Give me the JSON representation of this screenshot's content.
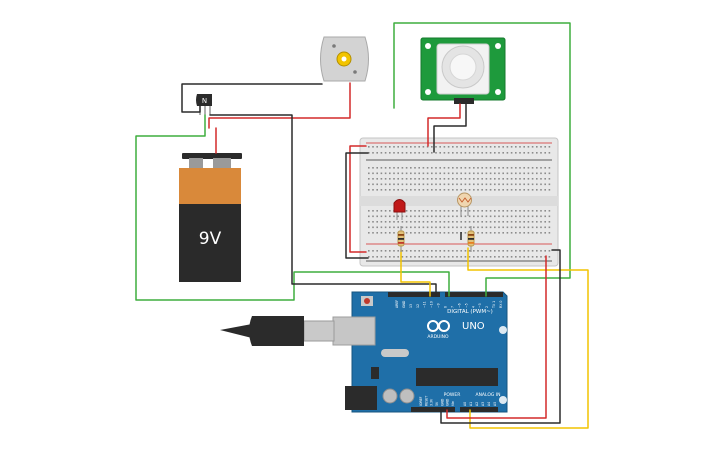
{
  "battery": {
    "voltage_label": "9V"
  },
  "arduino": {
    "brand_label": "ARDUINO",
    "model_label": "UNO",
    "digital_label": "DIGITAL (PWM~)",
    "power_label": "POWER",
    "analog_label": "ANALOG IN",
    "digital_pins": [
      "AREF",
      "GND",
      "13",
      "12",
      "~11",
      "~10",
      "~9",
      "8",
      "7",
      "~6",
      "~5",
      "4",
      "~3",
      "2",
      "TX 1",
      "RX 0"
    ],
    "power_pins": [
      "IOREF",
      "RESET",
      "3.3V",
      "5V",
      "GND",
      "GND",
      "Vin"
    ],
    "analog_pins": [
      "A0",
      "A1",
      "A2",
      "A3",
      "A4",
      "A5"
    ]
  },
  "colors": {
    "wire_red": "#d42a2a",
    "wire_black": "#2b2b2b",
    "wire_green": "#3fae3f",
    "wire_yellow": "#f2c400",
    "arduino_blue": "#1f6fa8",
    "breadboard": "#e6e6e6",
    "pir_board": "#1e9a3c",
    "battery_top": "#d9893a",
    "battery_body": "#2a2a2a"
  }
}
